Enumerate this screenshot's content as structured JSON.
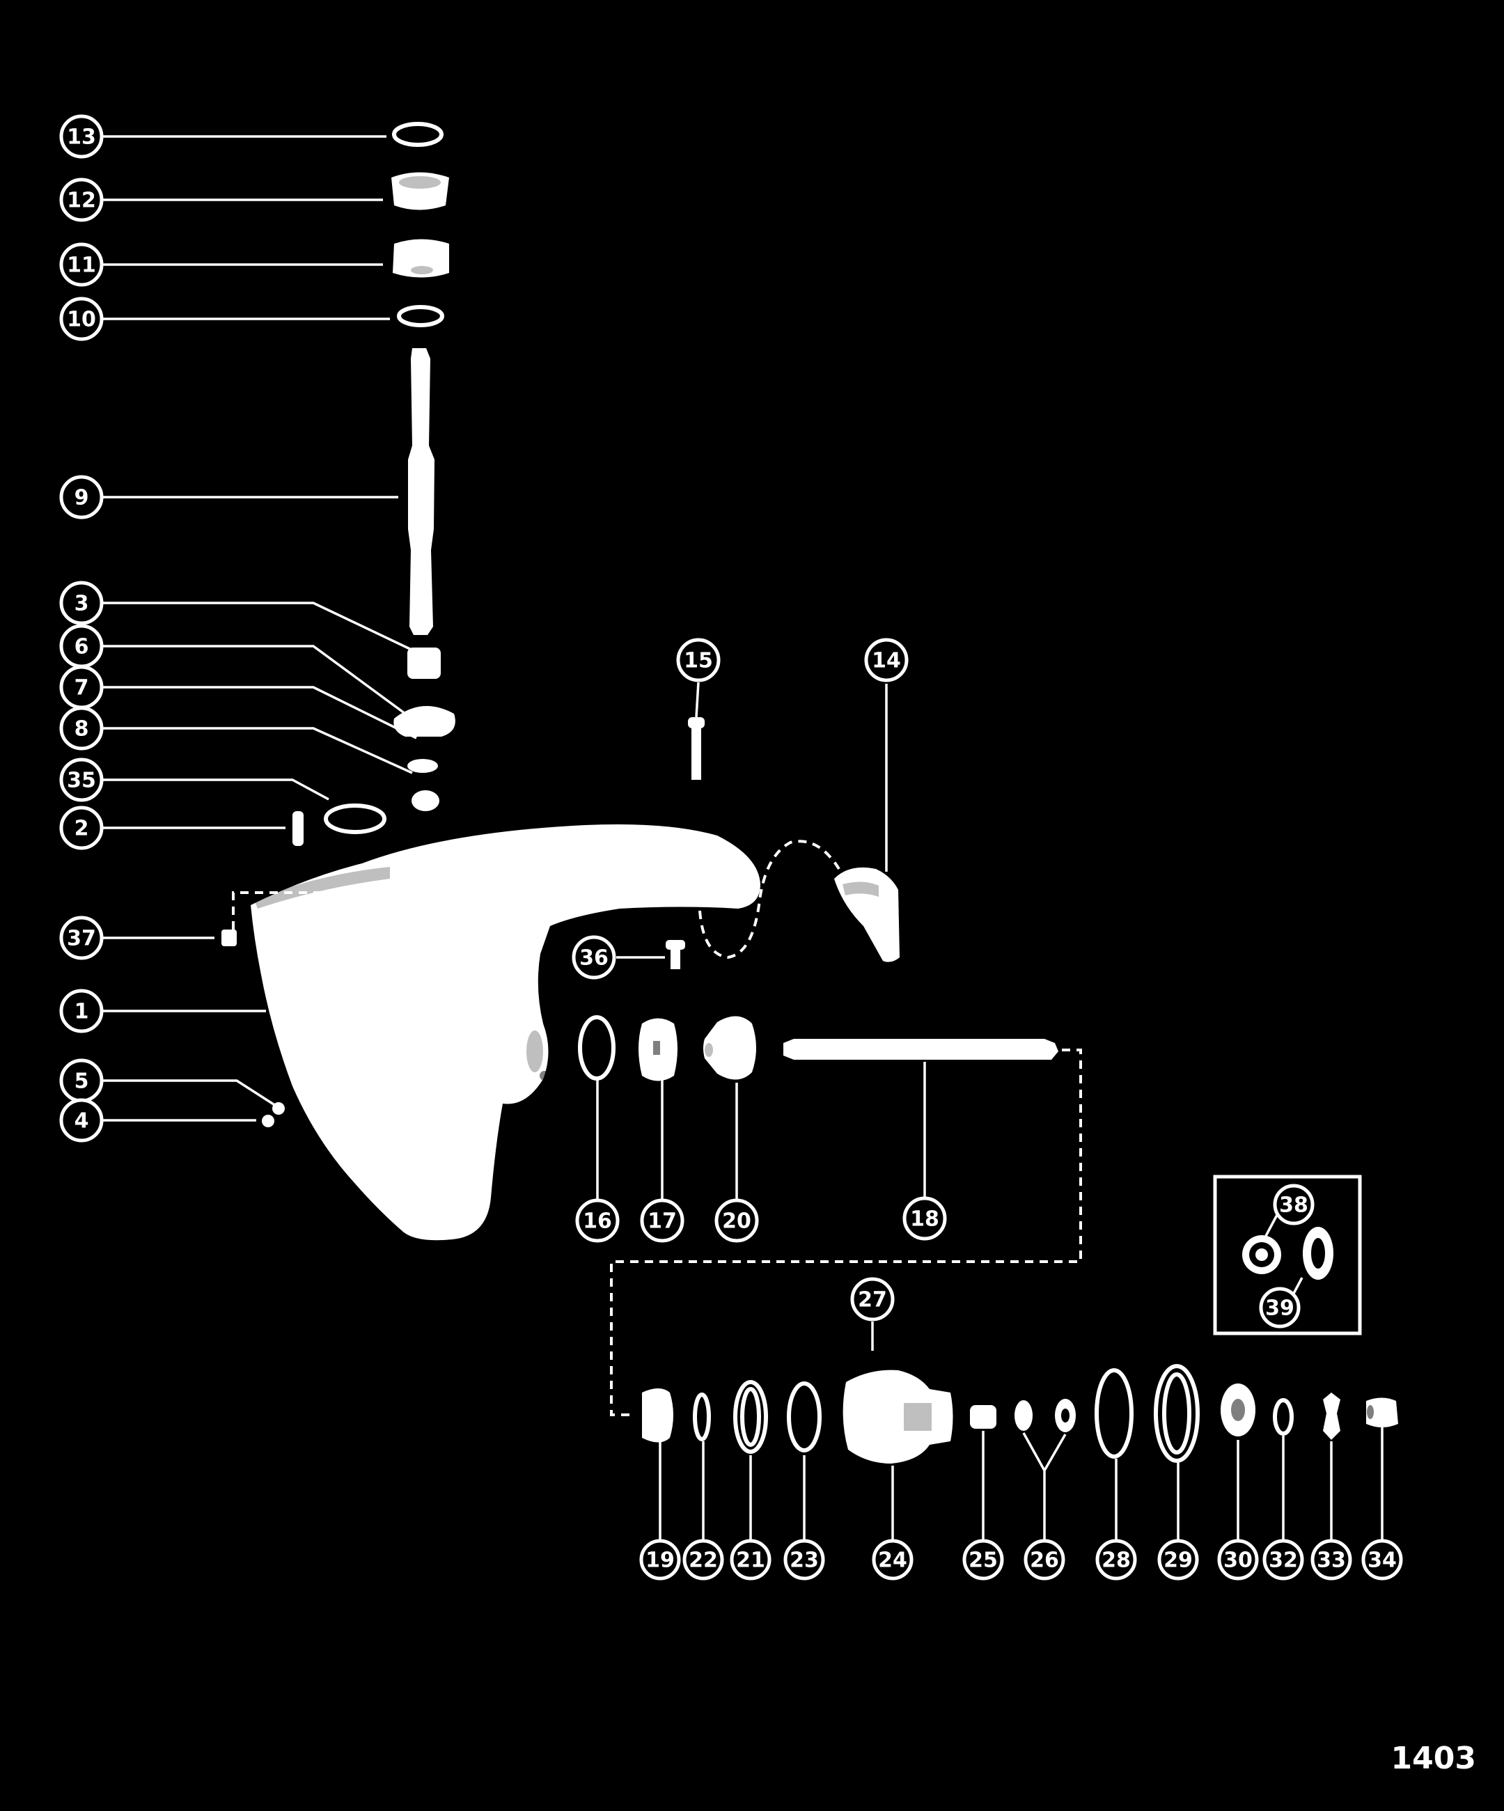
{
  "figure_number": "1403",
  "callouts": {
    "c1": "1",
    "c2": "2",
    "c3": "3",
    "c4": "4",
    "c5": "5",
    "c6": "6",
    "c7": "7",
    "c8": "8",
    "c9": "9",
    "c10": "10",
    "c11": "11",
    "c12": "12",
    "c13": "13",
    "c14": "14",
    "c15": "15",
    "c16": "16",
    "c17": "17",
    "c18": "18",
    "c19": "19",
    "c20": "20",
    "c21": "21",
    "c22": "22",
    "c23": "23",
    "c24": "24",
    "c25": "25",
    "c26": "26",
    "c27": "27",
    "c28": "28",
    "c29": "29",
    "c30": "30",
    "c32": "32",
    "c33": "33",
    "c34": "34",
    "c35": "35",
    "c36": "36",
    "c37": "37",
    "c38": "38",
    "c39": "39"
  }
}
